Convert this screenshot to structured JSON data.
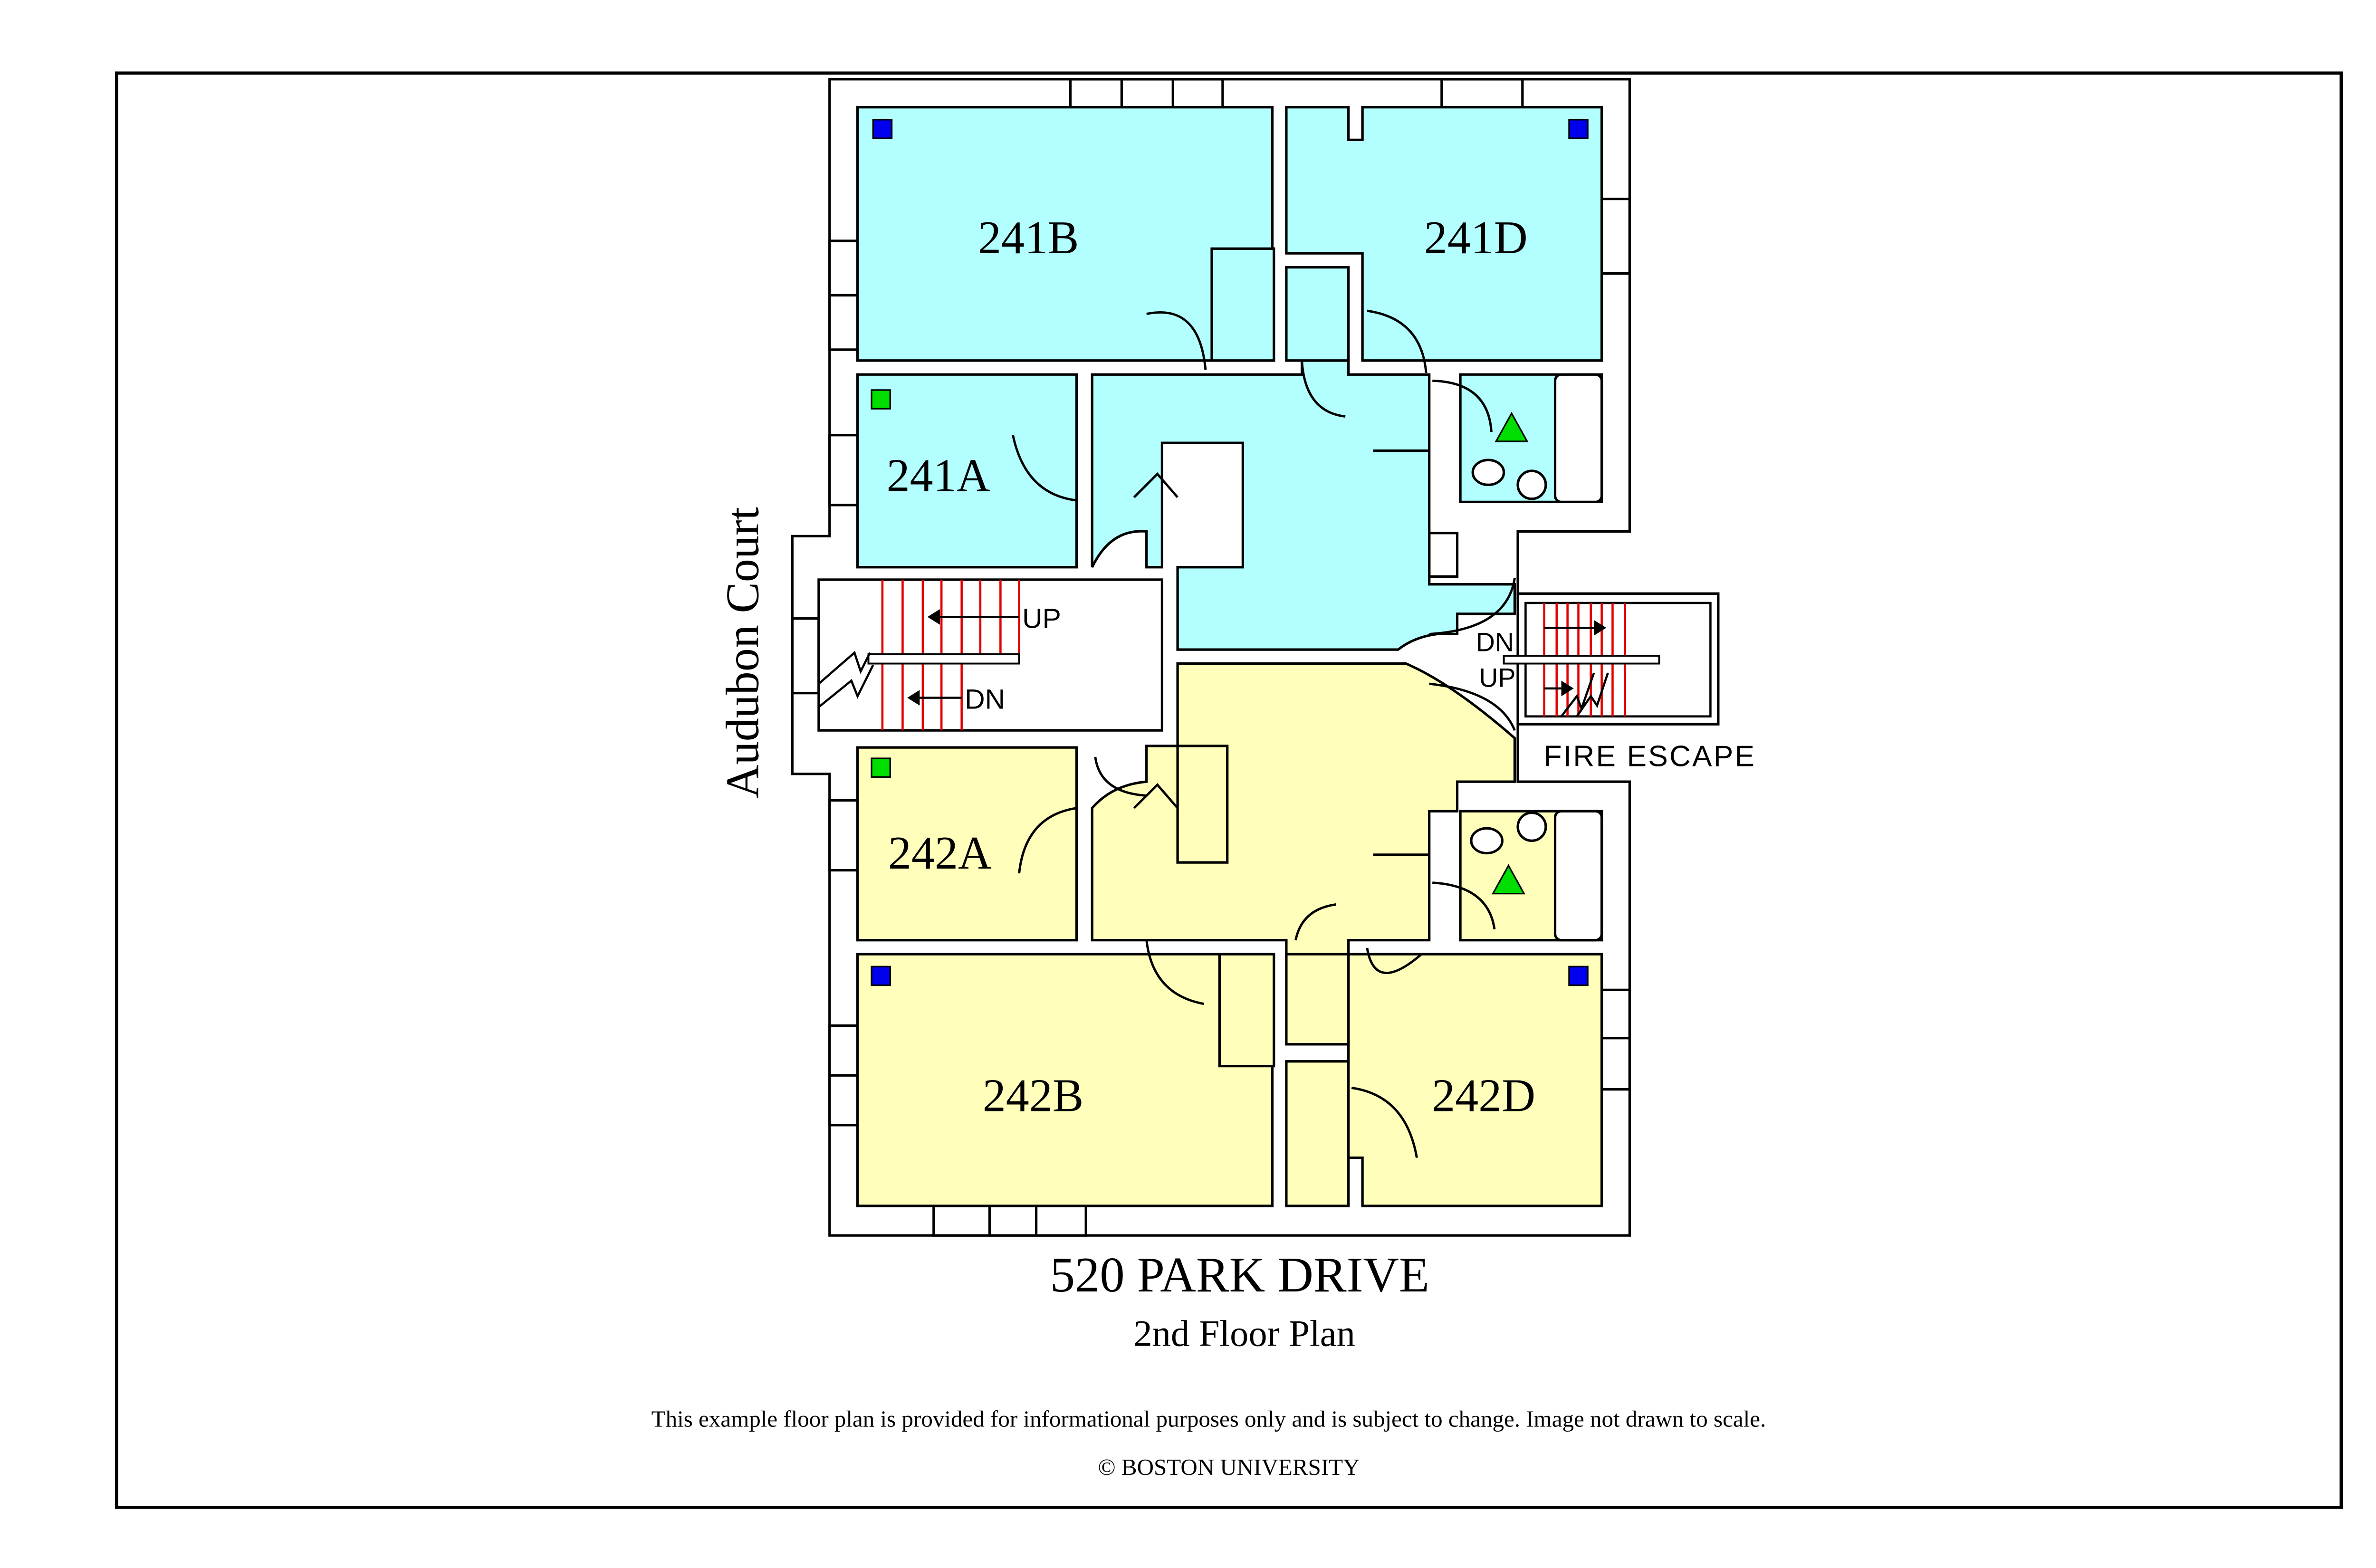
{
  "street_label": "Audubon Court",
  "rooms": {
    "r241B": "241B",
    "r241D": "241D",
    "r241A": "241A",
    "r242A": "242A",
    "r242B": "242B",
    "r242D": "242D"
  },
  "stairs": {
    "main_up": "UP",
    "main_dn": "DN",
    "fire_dn": "DN",
    "fire_up": "UP",
    "fire_escape": "FIRE ESCAPE"
  },
  "title": "520 PARK DRIVE",
  "subtitle": "2nd Floor Plan",
  "disclaimer": "This example floor plan is provided for informational purposes only and is subject to change. Image not drawn to scale.",
  "copyright": "© BOSTON UNIVERSITY",
  "colors": {
    "unit_241": "#b3ffff",
    "unit_242": "#ffffbb",
    "marker_blue": "#0000ee",
    "marker_green": "#00dd00",
    "stair_tread": "#e00000"
  }
}
